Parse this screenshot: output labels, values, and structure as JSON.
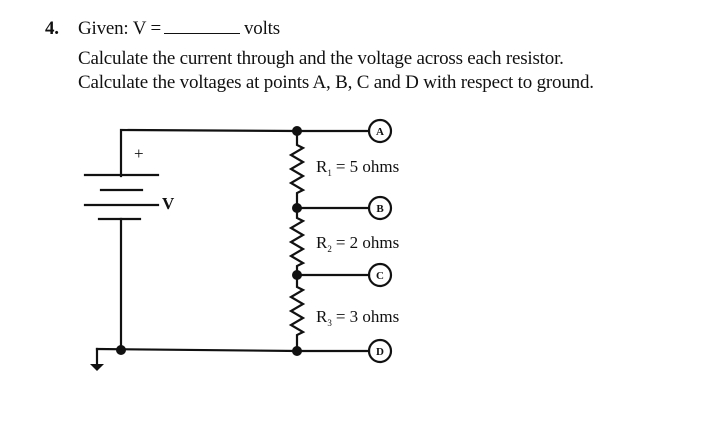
{
  "question": {
    "number": "4.",
    "given_prefix": "Given: V =",
    "given_suffix": "volts",
    "instruction_1": "Calculate the current through and the voltage across each resistor.",
    "instruction_2": "Calculate the voltages at points A, B, C and D with respect to ground."
  },
  "circuit": {
    "battery": {
      "label": "V",
      "polarity_symbol": "+"
    },
    "resistors": [
      {
        "name": "R",
        "subscript": "1",
        "value_text": "= 5 ohms"
      },
      {
        "name": "R",
        "subscript": "2",
        "value_text": "= 2 ohms"
      },
      {
        "name": "R",
        "subscript": "3",
        "value_text": "= 3 ohms"
      }
    ],
    "points": [
      "A",
      "B",
      "C",
      "D"
    ],
    "ground": "ground-symbol"
  }
}
